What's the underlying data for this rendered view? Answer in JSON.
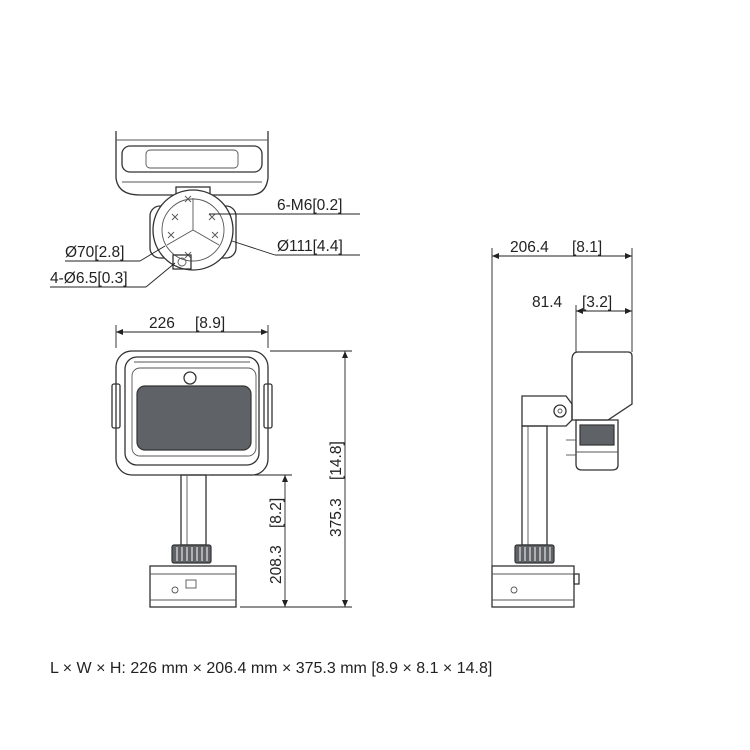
{
  "top_view": {
    "screw_label": "6-M6[0.2]",
    "bolt_circle_label": "Ø70[2.8]",
    "hole_label": "4-Ø6.5[0.3]",
    "outer_diameter_label": "Ø111[4.4]"
  },
  "front_view": {
    "width_value": "226",
    "width_inch": "[8.9]",
    "height_value": "375.3",
    "height_inch": "[14.8]",
    "pole_height_value": "208.3",
    "pole_height_inch": "[8.2]"
  },
  "side_view": {
    "depth_value": "206.4",
    "depth_inch": "[8.1]",
    "offset_value": "81.4",
    "offset_inch": "[3.2]"
  },
  "caption": "L × W × H: 226 mm ×  206.4 mm × 375.3 mm [8.9 × 8.1 × 14.8]"
}
